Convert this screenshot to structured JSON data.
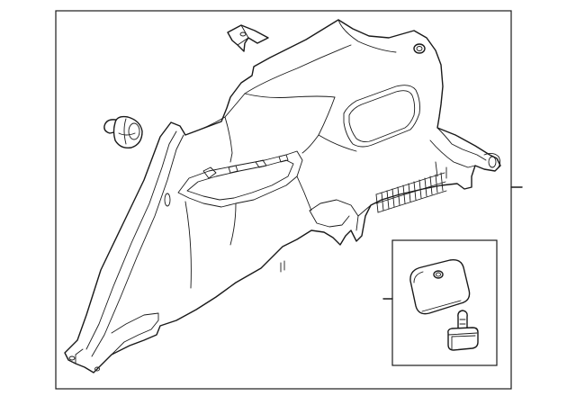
{
  "diagram": {
    "style": "monochrome line-art exploded parts diagram",
    "line_color": "#1a1a1a",
    "background_color": "#ffffff",
    "parts": [
      {
        "name": "quarter-trim-panel"
      },
      {
        "name": "retaining-clip"
      },
      {
        "name": "push-pin-fastener"
      },
      {
        "name": "access-cover"
      },
      {
        "name": "cover-fastener"
      }
    ],
    "callouts": [
      {
        "name": "main-panel-leader"
      },
      {
        "name": "inset-leader"
      }
    ],
    "labels": []
  }
}
